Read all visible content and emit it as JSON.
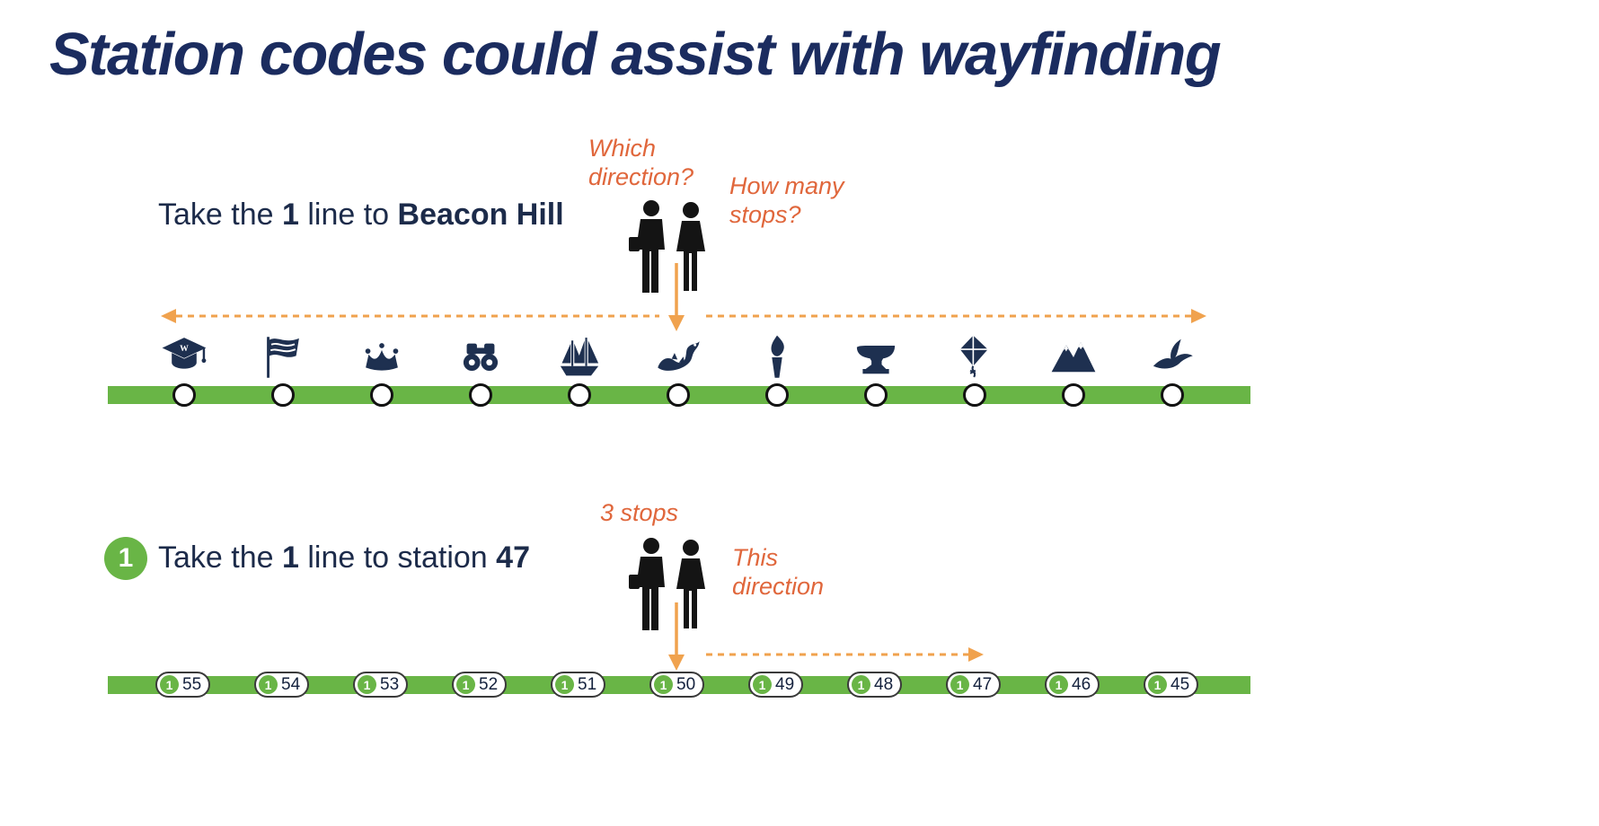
{
  "title": "Station codes could assist with wayfinding",
  "colors": {
    "navy_title": "#1b2c5f",
    "navy_text": "#1c2b4a",
    "navy_icon": "#1e3050",
    "green_line": "#69b546",
    "orange_text": "#e0673c",
    "orange_arrow": "#f0a24e"
  },
  "top": {
    "instruction": {
      "t1": "Take the ",
      "t2": "1",
      "t3": " line to ",
      "t4": "Beacon Hill"
    },
    "question_direction": "Which direction?",
    "question_stops": "How many stops?",
    "stations": [
      {
        "icon": "graduation-cap-icon"
      },
      {
        "icon": "flag-icon"
      },
      {
        "icon": "tiara-icon"
      },
      {
        "icon": "binoculars-icon"
      },
      {
        "icon": "ship-icon"
      },
      {
        "icon": "dragon-icon"
      },
      {
        "icon": "torch-icon"
      },
      {
        "icon": "anvil-icon"
      },
      {
        "icon": "kite-icon"
      },
      {
        "icon": "mountain-icon"
      },
      {
        "icon": "bird-icon"
      }
    ]
  },
  "bottom": {
    "line_badge": "1",
    "instruction": {
      "t1": "Take the ",
      "t2": "1",
      "t3": " line to station ",
      "t4": "47"
    },
    "annotation_stops": "3 stops",
    "annotation_direction": "This direction",
    "stations": [
      {
        "line": "1",
        "code": "55"
      },
      {
        "line": "1",
        "code": "54"
      },
      {
        "line": "1",
        "code": "53"
      },
      {
        "line": "1",
        "code": "52"
      },
      {
        "line": "1",
        "code": "51"
      },
      {
        "line": "1",
        "code": "50"
      },
      {
        "line": "1",
        "code": "49"
      },
      {
        "line": "1",
        "code": "48"
      },
      {
        "line": "1",
        "code": "47"
      },
      {
        "line": "1",
        "code": "46"
      },
      {
        "line": "1",
        "code": "45"
      }
    ]
  }
}
